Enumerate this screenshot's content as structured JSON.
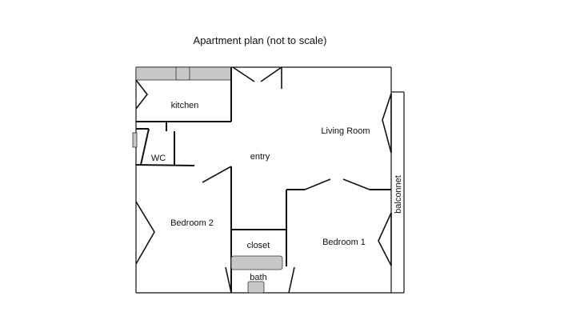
{
  "title": "Apartment plan (not to scale)",
  "rooms": {
    "kitchen": "kitchen",
    "wc": "WC",
    "entry": "entry",
    "living_room": "Living Room",
    "bedroom_2": "Bedroom 2",
    "bedroom_1": "Bedroom 1",
    "closet": "closet",
    "bath": "bath",
    "balconnet": "balconnet"
  },
  "colors": {
    "wall": "#111111",
    "fixture": "#c8c8c8",
    "background": "#ffffff"
  }
}
